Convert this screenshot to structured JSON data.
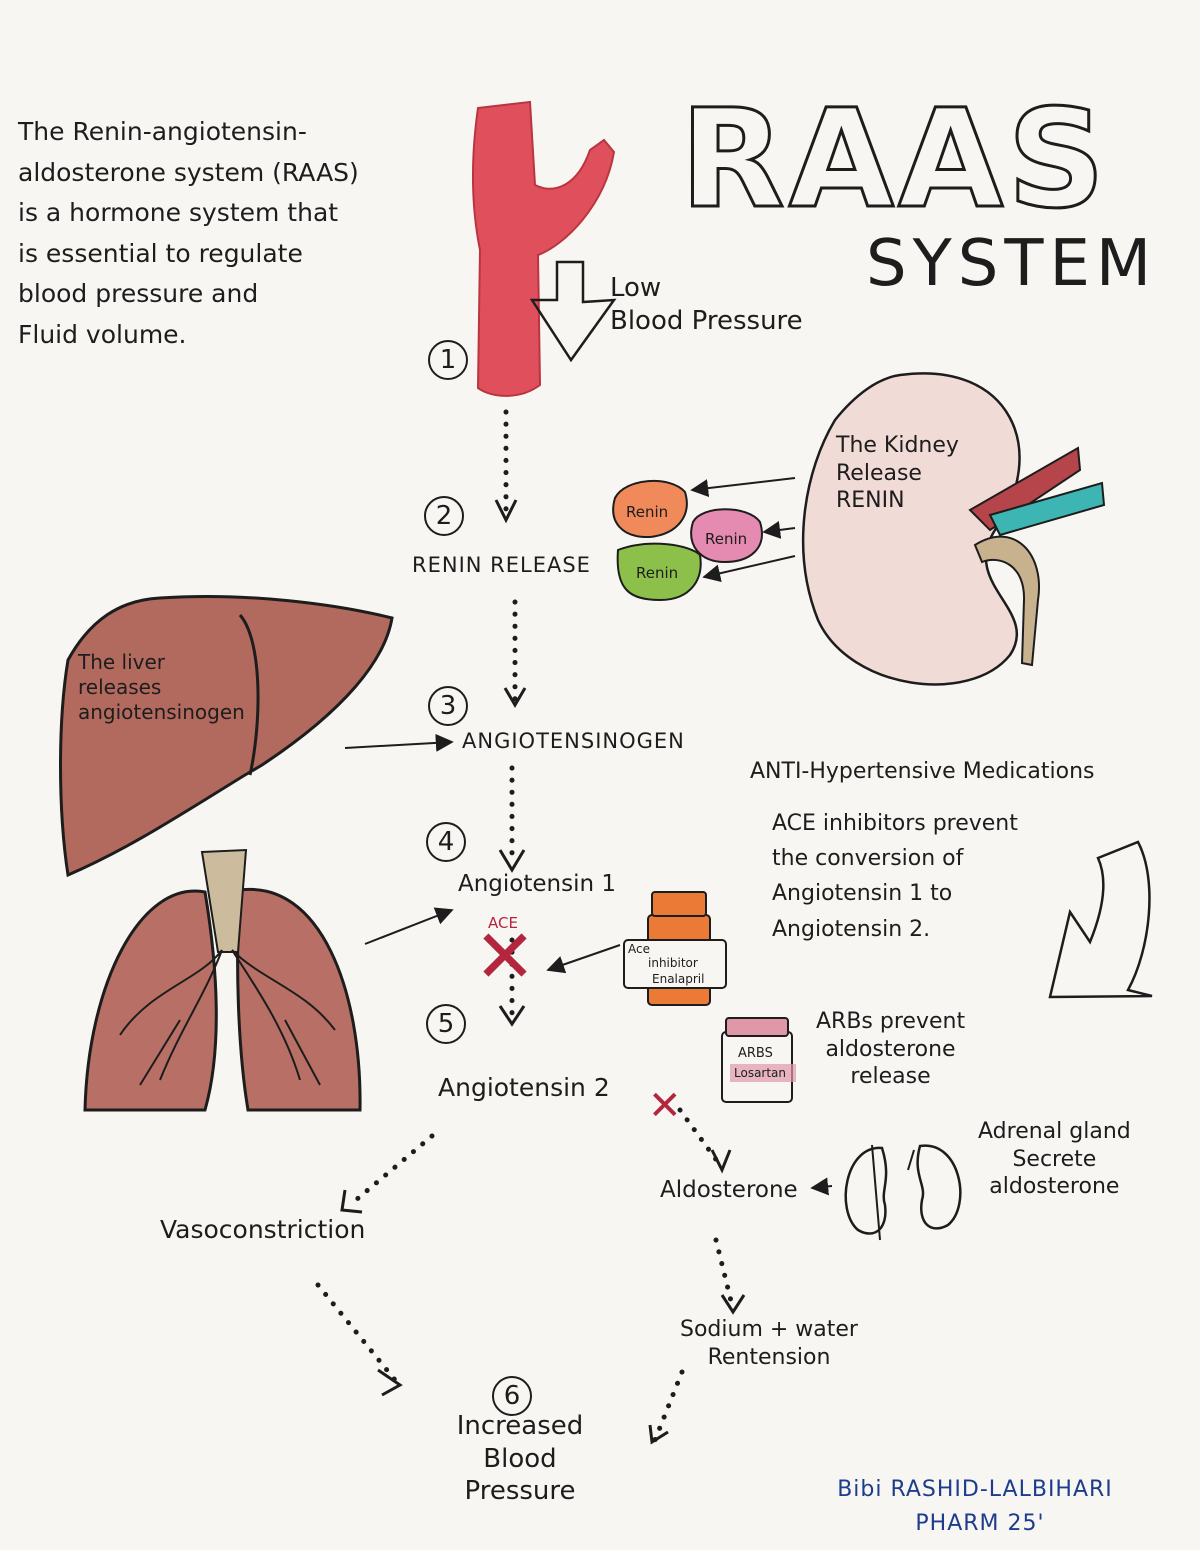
{
  "title": {
    "main": "RAAS",
    "sub": "SYSTEM"
  },
  "intro_text": "The Renin-angiotensin-\naldosterone system (RAAS)\nis a hormone system that\nis essential to regulate\nblood pressure and\nFluid volume.",
  "steps": {
    "s1": {
      "number": "1",
      "label": "Low\nBlood Pressure"
    },
    "s2": {
      "number": "2",
      "label": "RENIN RELEASE"
    },
    "s3": {
      "number": "3",
      "label": "ANGIOTENSINOGEN"
    },
    "s4": {
      "number": "4",
      "label": "Angiotensin 1"
    },
    "s5": {
      "number": "5",
      "label": "Angiotensin 2"
    },
    "s6": {
      "number": "6",
      "label": "Increased\nBlood\nPressure"
    }
  },
  "kidney_text": "The Kidney\nRelease\nRENIN",
  "renin_labels": [
    "Renin",
    "Renin",
    "Renin"
  ],
  "liver_text": "The liver\nreleases\nangiotensinogen",
  "ace_label": "ACE",
  "ace_pill": {
    "line1": "Ace",
    "line2": "inhibitor",
    "line3": "Enalapril"
  },
  "arb_pill": {
    "line1": "ARBS",
    "line2": "Losartan"
  },
  "medications": {
    "heading": "ANTI-Hypertensive Medications",
    "ace_text": "ACE inhibitors prevent\nthe conversion of\nAngiotensin 1 to\nAngiotensin 2.",
    "arb_text": "ARBs prevent\naldosterone\nrelease"
  },
  "adrenal_text": "Adrenal gland\nSecrete\naldosterone",
  "aldosterone": "Aldosterone",
  "vasoconstriction": "Vasoconstriction",
  "sodium_water": "Sodium + water\nRentension",
  "signature": {
    "name": "Bibi RASHID-LALBIHARI",
    "program": "PHARM 25'"
  },
  "colors": {
    "artery": "#e0505c",
    "liver": "#b2695e",
    "lung": "#b87066",
    "kidney": "#f1dbd6",
    "renin_orange": "#f08a5a",
    "renin_pink": "#e58ab0",
    "renin_green": "#8cc04a",
    "pill_orange": "#ea7a35",
    "pill_pink": "#e098a8",
    "x_mark": "#b3263d",
    "signature": "#1d3d8c"
  }
}
